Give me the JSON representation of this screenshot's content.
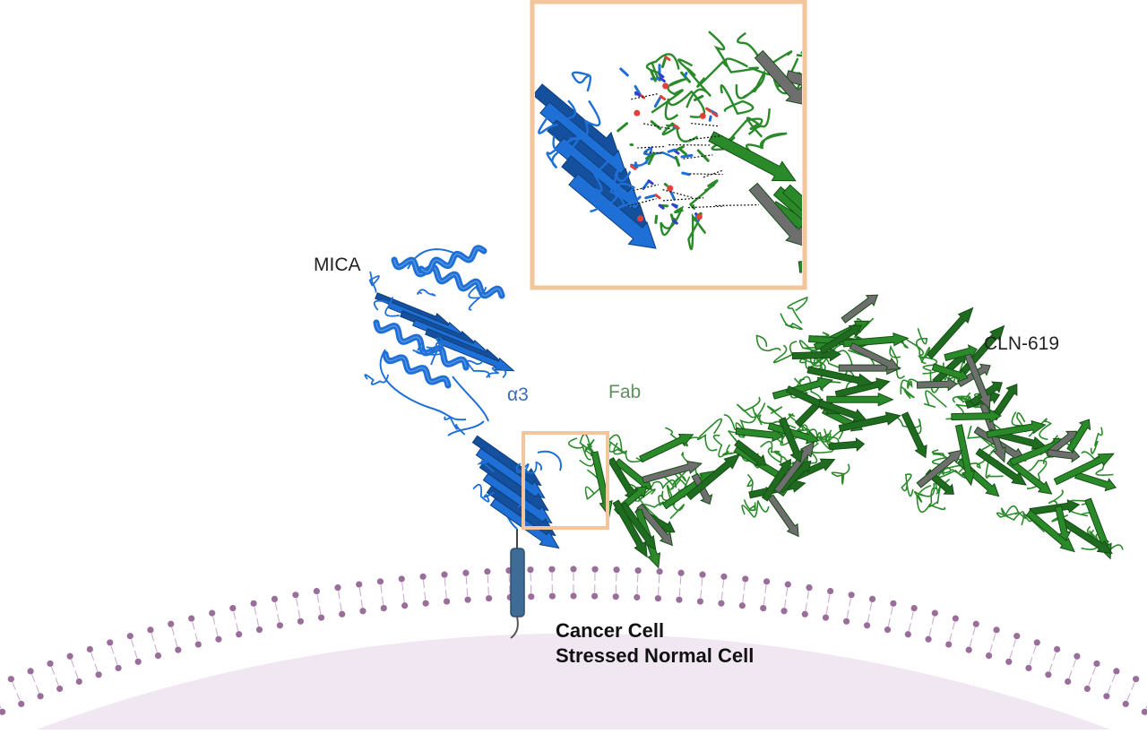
{
  "labels": {
    "mica": "MICA",
    "alpha3": "α3",
    "fab": "Fab",
    "antibody": "CLN-619",
    "cell_line1": "Cancer Cell",
    "cell_line2": "Stressed Normal Cell"
  },
  "colors": {
    "mica_blue": "#1e6fd6",
    "mica_dark": "#15509e",
    "fab_green": "#2a8a2a",
    "fab_dark": "#1f6b1f",
    "sheet_gray": "#6e6e6e",
    "highlight_box": "#f3c59b",
    "membrane_head": "#9a6e9a",
    "membrane_tail": "#c9a6c9",
    "cell_fill": "#f1e7f3",
    "alpha3_text": "#3b6db5",
    "fab_text": "#5f8f5f",
    "oxygen": "#e0413a",
    "nitrogen": "#2f3fd0",
    "anchor": "#3f6c97"
  },
  "icons": [
    "mica-protein-icon",
    "fab-protein-icon",
    "membrane-anchor-icon",
    "interface-zoom-icon"
  ]
}
